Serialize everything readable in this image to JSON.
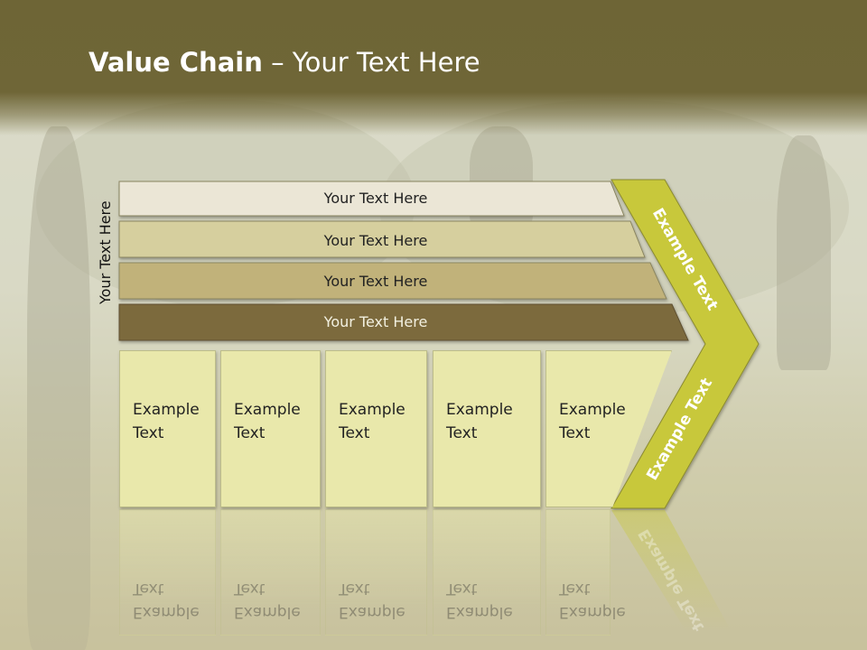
{
  "slide": {
    "title_bold": "Value Chain",
    "title_rest": " – Your Text Here",
    "side_label": "Your Text Here"
  },
  "bars": [
    {
      "label": "Your Text Here",
      "color": "#ebe6d6"
    },
    {
      "label": "Your Text Here",
      "color": "#d6cf9e"
    },
    {
      "label": "Your Text Here",
      "color": "#c1b27a"
    },
    {
      "label": "Your Text Here",
      "color": "#7b6a3c"
    }
  ],
  "arrow": {
    "top_label": "Example Text",
    "bottom_label": "Example Text",
    "color": "#c8c83a"
  },
  "boxes": [
    {
      "line1": "Example",
      "line2": "Text"
    },
    {
      "line1": "Example",
      "line2": "Text"
    },
    {
      "line1": "Example",
      "line2": "Text"
    },
    {
      "line1": "Example",
      "line2": "Text"
    },
    {
      "line1": "Example",
      "line2": "Text"
    }
  ],
  "colors": {
    "title_band": "#6f6637",
    "box_fill": "#e9e8ab"
  }
}
